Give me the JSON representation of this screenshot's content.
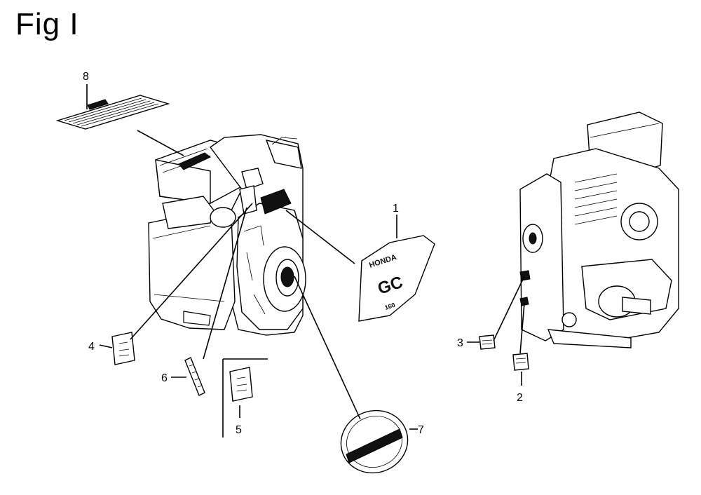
{
  "figure": {
    "title": "Fig I"
  },
  "callouts": [
    {
      "id": "1",
      "label": "1"
    },
    {
      "id": "2",
      "label": "2"
    },
    {
      "id": "3",
      "label": "3"
    },
    {
      "id": "4",
      "label": "4"
    },
    {
      "id": "5",
      "label": "5"
    },
    {
      "id": "6",
      "label": "6"
    },
    {
      "id": "7",
      "label": "7"
    },
    {
      "id": "8",
      "label": "8"
    }
  ],
  "decals": {
    "emblem_brand": "HONDA",
    "emblem_model": "GC",
    "emblem_size": "160"
  },
  "colors": {
    "line": "#000000",
    "background": "#ffffff"
  }
}
